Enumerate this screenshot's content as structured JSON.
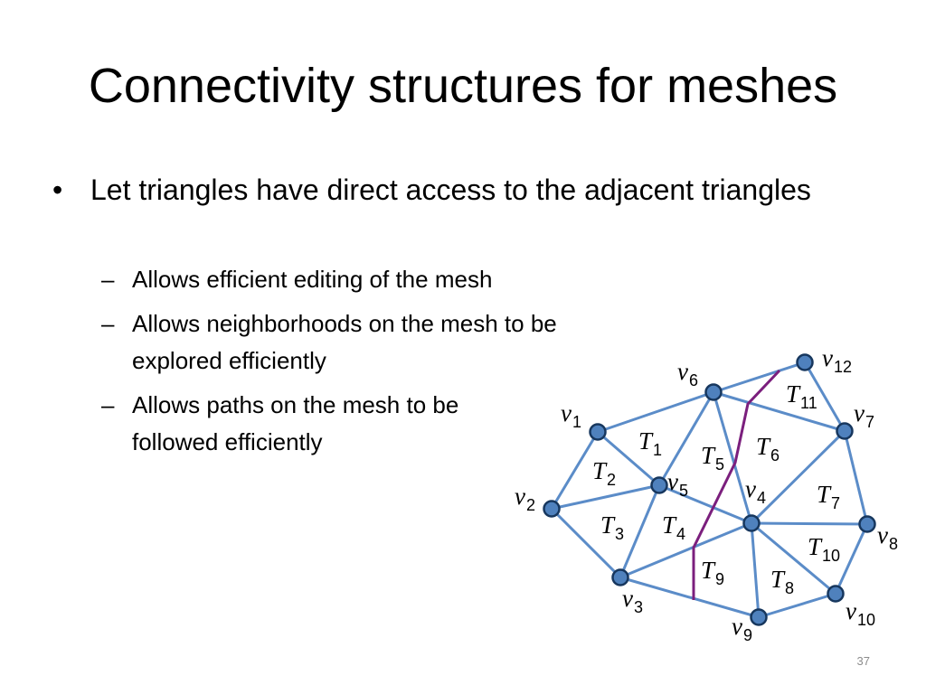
{
  "slide": {
    "title": "Connectivity structures for meshes",
    "bullet": "Let triangles have direct access to the adjacent triangles",
    "subbullets": [
      "Allows efficient editing of the mesh",
      "Allows neighborhoods on the mesh to be explored efficiently",
      "Allows paths on the mesh to be followed efficiently"
    ],
    "bullet_marker": "•",
    "subbullet_marker": "–",
    "page_number": "37"
  },
  "mesh": {
    "edge_color": "#5b8cc8",
    "vertex_fill": "#4f81bd",
    "vertex_stroke": "#17375e",
    "path_color": "#7b1f7d",
    "vertices": [
      {
        "id": "v1",
        "base": "v",
        "sub": "1"
      },
      {
        "id": "v2",
        "base": "v",
        "sub": "2"
      },
      {
        "id": "v3",
        "base": "v",
        "sub": "3"
      },
      {
        "id": "v4",
        "base": "v",
        "sub": "4"
      },
      {
        "id": "v5",
        "base": "v",
        "sub": "5"
      },
      {
        "id": "v6",
        "base": "v",
        "sub": "6"
      },
      {
        "id": "v7",
        "base": "v",
        "sub": "7"
      },
      {
        "id": "v8",
        "base": "v",
        "sub": "8"
      },
      {
        "id": "v9",
        "base": "v",
        "sub": "9"
      },
      {
        "id": "v10",
        "base": "v",
        "sub": "10"
      },
      {
        "id": "v12",
        "base": "v",
        "sub": "12"
      }
    ],
    "triangles": [
      {
        "id": "T1",
        "base": "T",
        "sub": "1"
      },
      {
        "id": "T2",
        "base": "T",
        "sub": "2"
      },
      {
        "id": "T3",
        "base": "T",
        "sub": "3"
      },
      {
        "id": "T4",
        "base": "T",
        "sub": "4"
      },
      {
        "id": "T5",
        "base": "T",
        "sub": "5"
      },
      {
        "id": "T6",
        "base": "T",
        "sub": "6"
      },
      {
        "id": "T7",
        "base": "T",
        "sub": "7"
      },
      {
        "id": "T8",
        "base": "T",
        "sub": "8"
      },
      {
        "id": "T9",
        "base": "T",
        "sub": "9"
      },
      {
        "id": "T10",
        "base": "T",
        "sub": "10"
      },
      {
        "id": "T11",
        "base": "T",
        "sub": "11"
      }
    ],
    "edges": [
      [
        "v1",
        "v6"
      ],
      [
        "v6",
        "v12"
      ],
      [
        "v12",
        "v7"
      ],
      [
        "v6",
        "v7"
      ],
      [
        "v1",
        "v5"
      ],
      [
        "v1",
        "v2"
      ],
      [
        "v2",
        "v5"
      ],
      [
        "v5",
        "v6"
      ],
      [
        "v6",
        "v4"
      ],
      [
        "v4",
        "v7"
      ],
      [
        "v7",
        "v8"
      ],
      [
        "v4",
        "v8"
      ],
      [
        "v4",
        "v5"
      ],
      [
        "v2",
        "v3"
      ],
      [
        "v3",
        "v5"
      ],
      [
        "v3",
        "v4"
      ],
      [
        "v3",
        "v9"
      ],
      [
        "v9",
        "v4"
      ],
      [
        "v4",
        "v10"
      ],
      [
        "v8",
        "v10"
      ],
      [
        "v9",
        "v10"
      ]
    ]
  }
}
